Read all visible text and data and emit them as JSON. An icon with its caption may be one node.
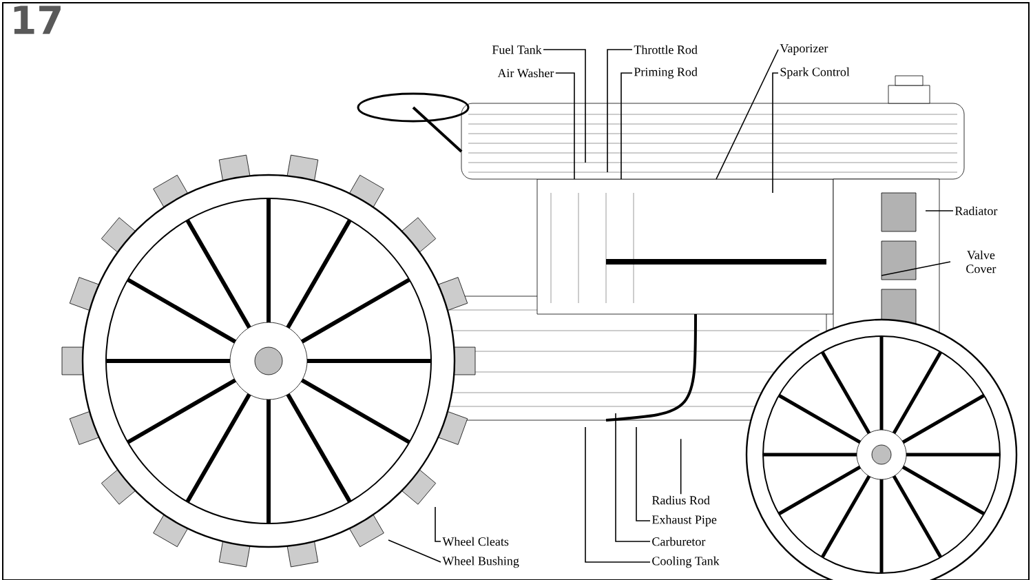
{
  "diagram": {
    "nodes": [
      {
        "text": [
          "Fuel Tank"
        ]
      },
      {
        "text": [
          "Air Washer"
        ]
      },
      {
        "text": [
          "Throttle Rod"
        ]
      },
      {
        "text": [
          "Priming Rod"
        ]
      },
      {
        "text": [
          "Vaporizer"
        ]
      },
      {
        "text": [
          "Spark Control"
        ]
      },
      {
        "text": [
          "Radiator"
        ]
      },
      {
        "text": [
          "Valve Cover"
        ]
      },
      {
        "text": [
          "Radius Rod"
        ]
      },
      {
        "text": [
          "Exhaust Pipe"
        ]
      },
      {
        "text": [
          "Carburetor"
        ]
      },
      {
        "text": [
          "Cooling Tank"
        ]
      },
      {
        "text": [
          "Wheel Cleats"
        ]
      },
      {
        "text": [
          "Wheel Bushing"
        ]
      }
    ],
    "edges": [
      {
        "from": 0,
        "to": null,
        "arrow": "none"
      },
      {
        "from": 1,
        "to": null,
        "arrow": "none"
      },
      {
        "from": 2,
        "to": null,
        "arrow": "none"
      },
      {
        "from": 3,
        "to": null,
        "arrow": "none"
      },
      {
        "from": 4,
        "to": null,
        "arrow": "none"
      },
      {
        "from": 5,
        "to": null,
        "arrow": "none"
      },
      {
        "from": 6,
        "to": null,
        "arrow": "none"
      },
      {
        "from": 7,
        "to": null,
        "arrow": "none"
      },
      {
        "from": 8,
        "to": null,
        "arrow": "none"
      },
      {
        "from": 9,
        "to": null,
        "arrow": "none"
      },
      {
        "from": 10,
        "to": null,
        "arrow": "none"
      },
      {
        "from": 11,
        "to": null,
        "arrow": "none"
      },
      {
        "from": 12,
        "to": null,
        "arrow": "none"
      },
      {
        "from": 13,
        "to": null,
        "arrow": "none"
      }
    ],
    "labels": [
      "17"
    ]
  }
}
